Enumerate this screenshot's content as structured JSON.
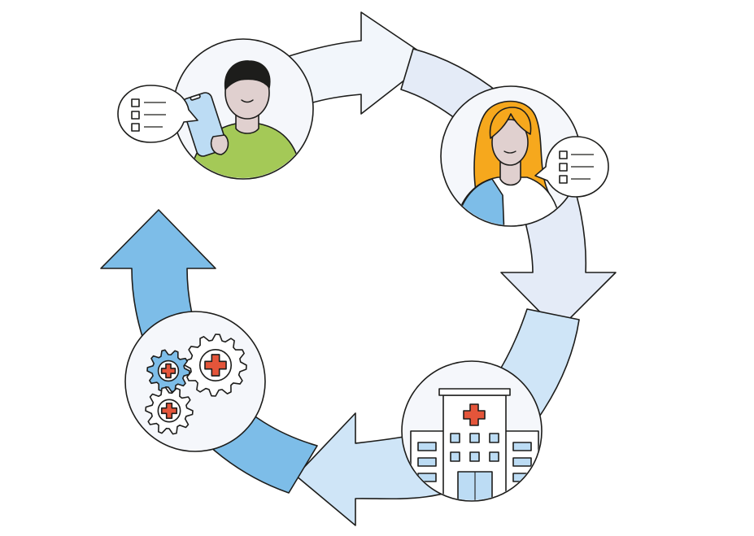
{
  "diagram": {
    "type": "cycle",
    "steps": [
      {
        "id": "patient",
        "icon": "patient-with-phone-icon",
        "arrow_color": "#f2f6fb"
      },
      {
        "id": "clinician",
        "icon": "clinician-icon",
        "arrow_color": "#e4ebf7"
      },
      {
        "id": "hospital",
        "icon": "hospital-icon",
        "arrow_color": "#cfe5f7"
      },
      {
        "id": "processes",
        "icon": "medical-gears-icon",
        "arrow_color": "#7dbde8"
      }
    ]
  },
  "colors": {
    "outline": "#1d1d1b",
    "circle_fill": "#f5f7fb",
    "skin": "#e0d0cf",
    "green_shirt": "#a4c957",
    "blonde_hair": "#f6a81d",
    "blue_clothing": "#7dbde8",
    "light_blue": "#cfe5f7",
    "medical_red": "#e4553a"
  }
}
